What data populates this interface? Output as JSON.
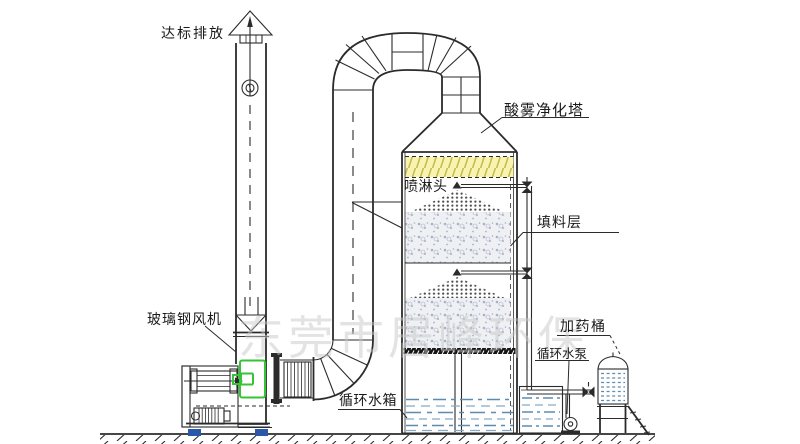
{
  "labels": {
    "discharge": "达标排放",
    "tower": "酸雾净化塔",
    "spray_header": "喷淋头",
    "packing_layer": "填料层",
    "fan": "玻璃钢风机",
    "water_tank": "循环水箱",
    "water_pump": "循环水泵",
    "dosing_barrel": "加药桶"
  },
  "watermark": "东莞市居峰环保",
  "colors": {
    "line": "#2b2b2b",
    "demister_fill": "#f8f3ae",
    "demister_stroke": "#c9bc55",
    "packing_fill": "#eef0f4",
    "packing_dot": "#a8b2c4",
    "mound_dot": "#4a4a4a",
    "water": "#5d8cb0",
    "water_light": "#85abc6",
    "fan_housing": "#35c435",
    "foot": "#2a57a8",
    "support_band": "#161616",
    "watermark_color": "#c8c8c8"
  }
}
